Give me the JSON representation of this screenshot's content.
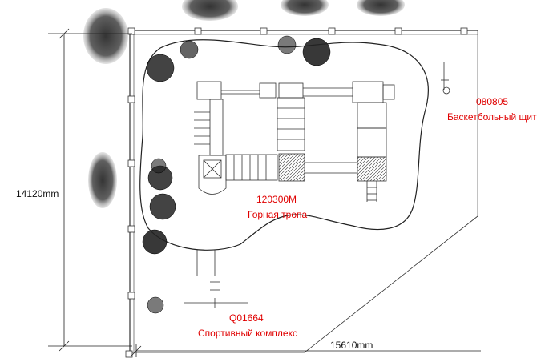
{
  "dimensions": {
    "height_label": "14120mm",
    "width_label": "15610mm"
  },
  "labels": {
    "basketball": {
      "code": "080805",
      "name": "Баскетбольный щит"
    },
    "mountain_trail": {
      "code": "120300M",
      "name": "Горная тропа"
    },
    "sports_complex": {
      "code": "Q01664",
      "name": "Спортивный комплекс"
    }
  },
  "colors": {
    "label_red": "#e00000",
    "line": "#333333",
    "tree": "#222222"
  }
}
